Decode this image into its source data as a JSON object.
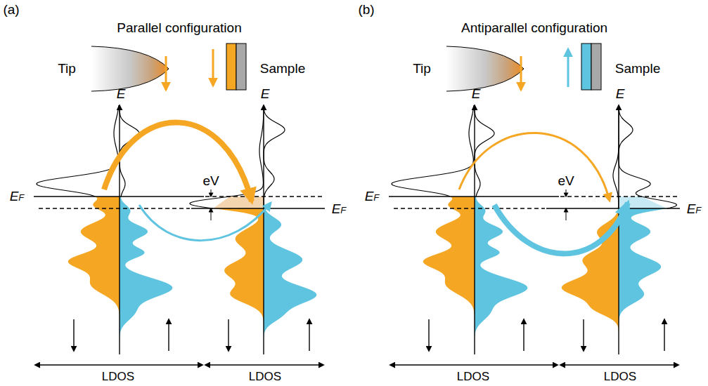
{
  "diagram": {
    "labels": [
      "(a)",
      "Parallel configuration",
      "Tip",
      "Sample",
      "E",
      "E",
      "eV",
      "EF",
      "EF",
      "LDOS",
      "LDOS",
      "(b)",
      "Antiparallel configuration",
      "Tip",
      "Sample",
      "E",
      "E",
      "eV",
      "EF",
      "EF",
      "LDOS",
      "LDOS"
    ]
  }
}
